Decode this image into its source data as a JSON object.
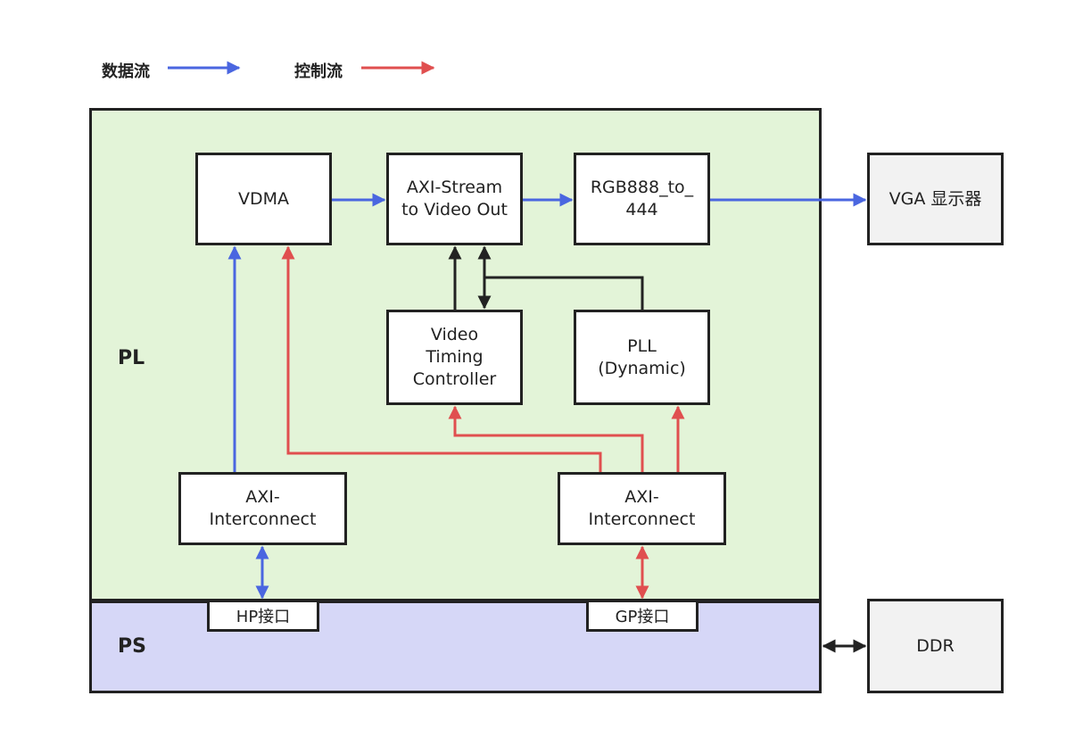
{
  "legend": {
    "data_flow": "数据流",
    "control_flow": "控制流"
  },
  "regions": {
    "pl": "PL",
    "ps": "PS"
  },
  "blocks": {
    "vdma": "VDMA",
    "axi_stream": "AXI-Stream\nto Video Out",
    "rgb": "RGB888_to_\n444",
    "vga": "VGA 显示器",
    "vtc": "Video\nTiming\nController",
    "pll": "PLL\n(Dynamic)",
    "axi_ic_left": "AXI-\nInterconnect",
    "axi_ic_right": "AXI-\nInterconnect",
    "ddr": "DDR"
  },
  "ports": {
    "hp": "HP接口",
    "gp": "GP接口"
  },
  "colors": {
    "data_flow": "#4a66e0",
    "control_flow": "#e04f4f",
    "sync": "#222222",
    "pl_fill": "#e3f4d8",
    "ps_fill": "#d6d7f7",
    "external_fill": "#f2f2f2"
  }
}
